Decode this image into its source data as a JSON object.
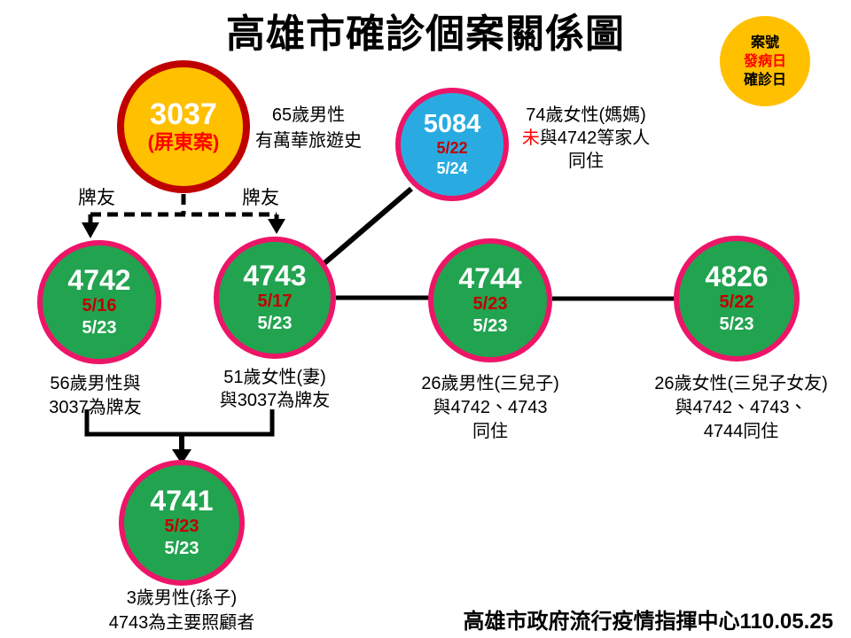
{
  "title": "高雄市確診個案關係圖",
  "footer": "高雄市政府流行疫情指揮中心110.05.25",
  "legend": {
    "line1": "案號",
    "line2": "發病日",
    "line3": "確診日"
  },
  "edge_labels": {
    "left": "牌友",
    "right": "牌友"
  },
  "colors": {
    "node_green": "#22A350",
    "node_blue": "#29ABE2",
    "node_orange": "#FFC000",
    "border_pink": "#ED1568",
    "border_dark_red": "#C00000",
    "date_red": "#C00000",
    "text_red": "#FF0000",
    "line_black": "#000000"
  },
  "nodes": [
    {
      "case_id": "3037",
      "subtitle": "(屏東案)",
      "desc_lines": [
        "65歲男性",
        "有萬華旅遊史"
      ]
    },
    {
      "case_id": "5084",
      "onset_date": "5/22",
      "confirmed_date": "5/24",
      "desc_line1": "74歲女性(媽媽)",
      "desc_line2_red": "未",
      "desc_line2_rest": "與4742等家人",
      "desc_line3": "同住"
    },
    {
      "case_id": "4742",
      "onset_date": "5/16",
      "confirmed_date": "5/23",
      "desc_lines": [
        "56歲男性與",
        "3037為牌友"
      ]
    },
    {
      "case_id": "4743",
      "onset_date": "5/17",
      "confirmed_date": "5/23",
      "desc_lines": [
        "51歲女性(妻)",
        "與3037為牌友"
      ]
    },
    {
      "case_id": "4744",
      "onset_date": "5/23",
      "confirmed_date": "5/23",
      "desc_lines": [
        "26歲男性(三兒子)",
        "與4742、4743",
        "同住"
      ]
    },
    {
      "case_id": "4826",
      "onset_date": "5/22",
      "confirmed_date": "5/23",
      "desc_lines": [
        "26歲女性(三兒子女友)",
        "與4742、4743、",
        "4744同住"
      ]
    },
    {
      "case_id": "4741",
      "onset_date": "5/23",
      "confirmed_date": "5/23",
      "desc_lines": [
        "3歲男性(孫子)",
        "4743為主要照顧者"
      ]
    }
  ]
}
